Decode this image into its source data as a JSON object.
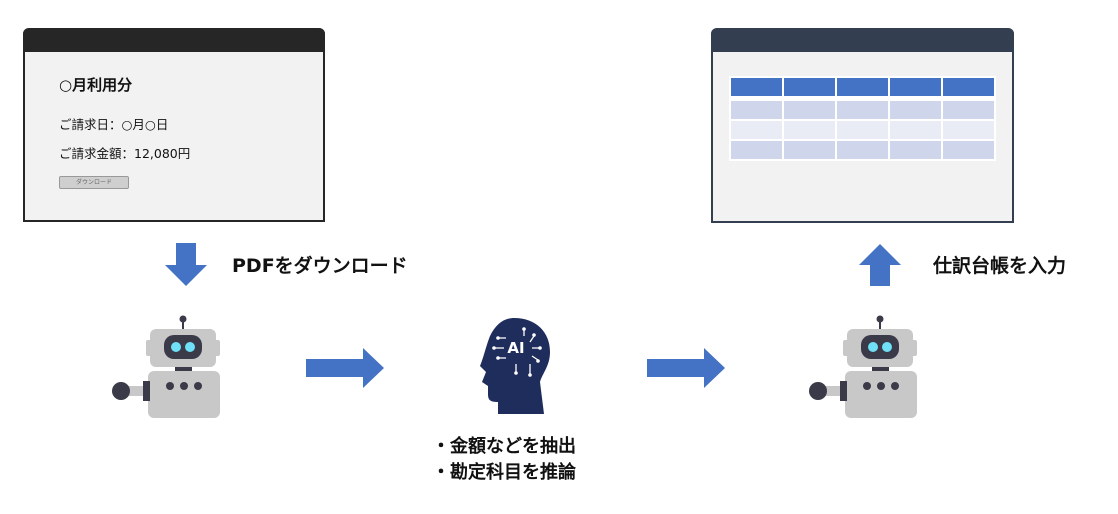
{
  "invoice_window": {
    "title": "○月利用分",
    "billing_date": "ご請求日：○月○日",
    "billing_amount": "ご請求金額：12,080円",
    "download_button": "ダウンロード"
  },
  "ledger_window": {
    "table_columns": 5,
    "table_body_rows": 3,
    "colors": {
      "header": "#4472c4",
      "row_dark": "#cfd5ea",
      "row_light": "#e9ebf5"
    }
  },
  "steps": {
    "download_label": "PDFをダウンロード",
    "ai_points": [
      "・金額などを抽出",
      "・勘定科目を推論"
    ],
    "input_label": "仕訳台帳を入力"
  },
  "icons": {
    "robot": "robot-icon",
    "ai_brain": "ai-head-icon",
    "arrow": "arrow-icon"
  },
  "colors": {
    "arrow": "#4472c4",
    "ai": "#1f2d5c",
    "robot_body": "#c8c8c8",
    "robot_dark": "#3a3a48",
    "robot_eye": "#6fe0f7"
  }
}
